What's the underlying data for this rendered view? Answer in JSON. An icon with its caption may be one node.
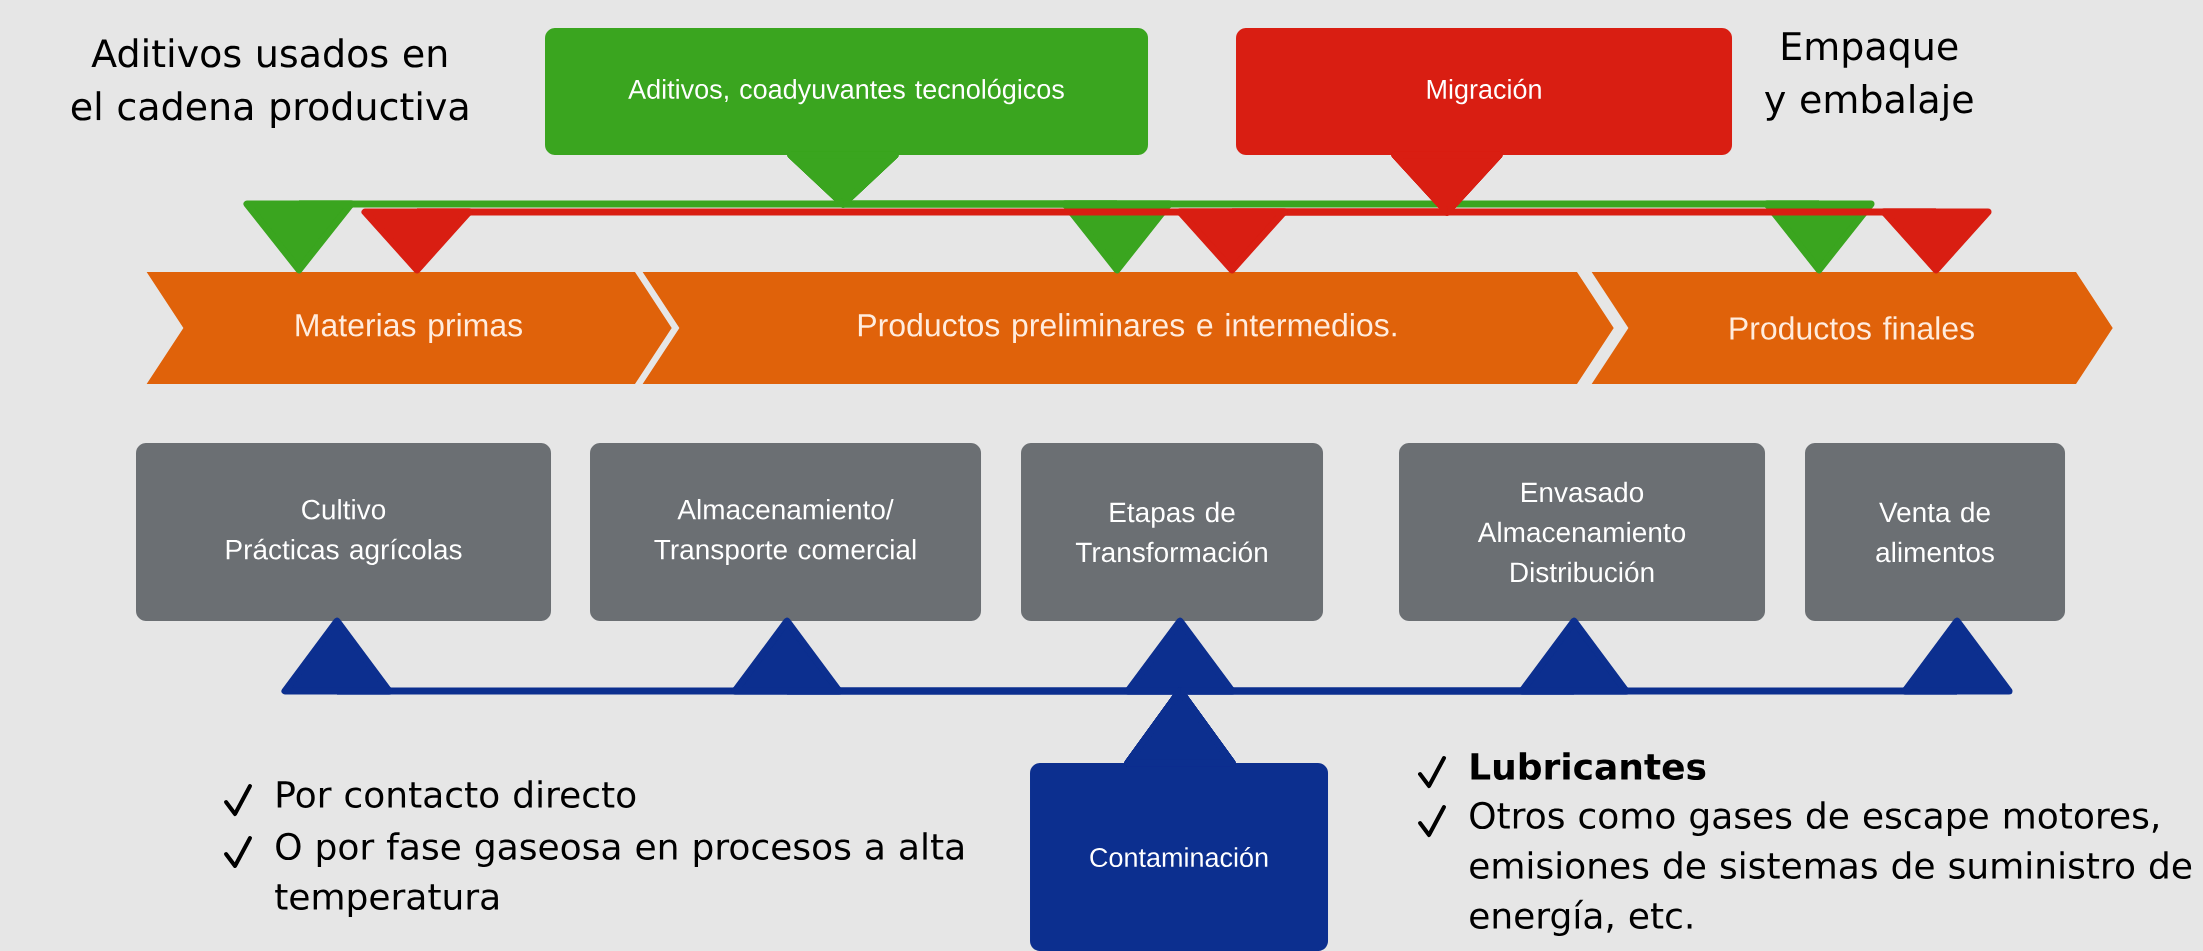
{
  "diagram": {
    "nodes": [
      {
        "text": [
          "Aditivos, coadyuvantes tecnológicos"
        ]
      },
      {
        "text": [
          "Migración"
        ]
      },
      {
        "text": [
          "Materias primas"
        ]
      },
      {
        "text": [
          "Productos preliminares e intermedios."
        ]
      },
      {
        "text": [
          "Productos finales"
        ]
      },
      {
        "text": [
          "Cultivo",
          "Prácticas agrícolas"
        ]
      },
      {
        "text": [
          "Almacenamiento/ Transporte comercial"
        ]
      },
      {
        "text": [
          "Etapas de Transformación"
        ]
      },
      {
        "text": [
          "Envasado",
          "Almacenamiento",
          "Distribución"
        ]
      },
      {
        "text": [
          "Venta de alimentos"
        ]
      },
      {
        "text": [
          "Contaminación"
        ]
      }
    ],
    "edges": [
      {
        "from": 0,
        "to": 2,
        "arrow": "to",
        "color": "#3aa51f"
      },
      {
        "from": 0,
        "to": 3,
        "arrow": "to",
        "color": "#3aa51f"
      },
      {
        "from": 0,
        "to": 4,
        "arrow": "to",
        "color": "#3aa51f"
      },
      {
        "from": 1,
        "to": 2,
        "arrow": "to",
        "color": "#d91e12"
      },
      {
        "from": 1,
        "to": 3,
        "arrow": "to",
        "color": "#d91e12"
      },
      {
        "from": 1,
        "to": 4,
        "arrow": "to",
        "color": "#d91e12"
      },
      {
        "from": 10,
        "to": 5,
        "arrow": "to",
        "color": "#0c2f8f"
      },
      {
        "from": 10,
        "to": 6,
        "arrow": "to",
        "color": "#0c2f8f"
      },
      {
        "from": 10,
        "to": 7,
        "arrow": "to",
        "color": "#0c2f8f"
      },
      {
        "from": 10,
        "to": 8,
        "arrow": "to",
        "color": "#0c2f8f"
      },
      {
        "from": 10,
        "to": 9,
        "arrow": "to",
        "color": "#0c2f8f"
      }
    ],
    "labels": [
      "Aditivos usados en el cadena productiva",
      "Empaque y embalaje",
      "Por contacto directo",
      "O por fase gaseosa en procesos a alta temperatura",
      "Lubricantes",
      "Otros como gases de escape motores, emisiones de sistemas de suministro de energía, etc."
    ]
  }
}
